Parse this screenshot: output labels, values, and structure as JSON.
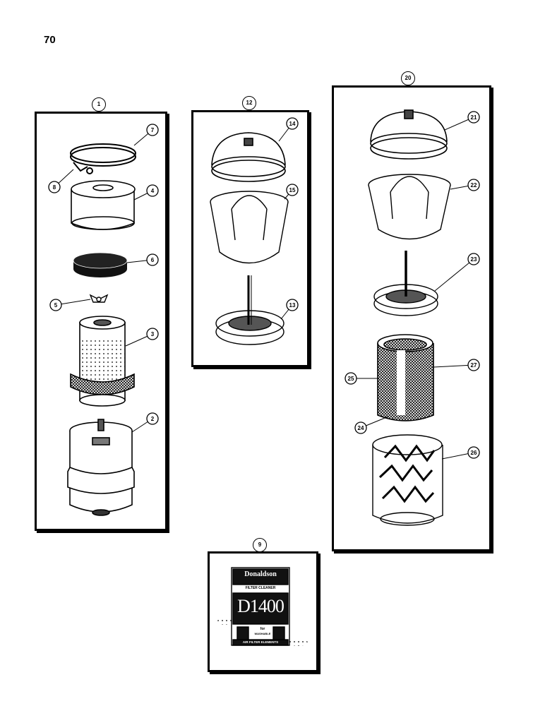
{
  "page_number": "70",
  "groups": [
    {
      "label": "1"
    },
    {
      "label": "12"
    },
    {
      "label": "20"
    },
    {
      "label": "9"
    }
  ],
  "callouts": {
    "g1": [
      "7",
      "8",
      "4",
      "6",
      "5",
      "3",
      "2"
    ],
    "g12": [
      "14",
      "15",
      "13"
    ],
    "g20": [
      "21",
      "22",
      "23",
      "25",
      "27",
      "24",
      "26"
    ]
  },
  "box": {
    "brand": "Donaldson",
    "line1": "FILTER CLEANER",
    "model": "D1400",
    "for": "for",
    "washable": "WASHABLE",
    "bottom": "AIR FILTER ELEMENTS"
  }
}
